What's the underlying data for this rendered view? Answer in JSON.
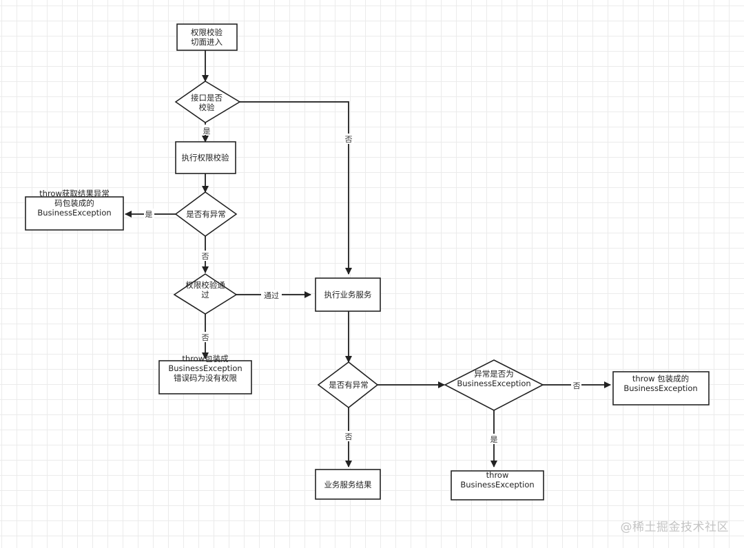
{
  "nodes": {
    "start": "权限校验\n切面进入",
    "need_check": "接口是否\n校验",
    "do_check": "执行权限校验",
    "check_error": "是否有异常",
    "throw_result_error": "throw获取结果异常\n码包装成的\nBusinessException",
    "check_pass": "权限校验通\n过",
    "throw_no_perm": "throw包装成\nBusinessException\n错误码为没有权限",
    "exec_service": "执行业务服务",
    "service_error": "是否有异常",
    "is_business_exc": "异常是否为\nBusinessException",
    "throw_wrapped": "throw 包装成的\nBusinessException",
    "throw_business": "throw\nBusinessException",
    "service_result": "业务服务结果"
  },
  "edges": {
    "need_check_yes": "是",
    "need_check_no": "否",
    "check_error_yes": "是",
    "check_error_no": "否",
    "pass_yes": "通过",
    "pass_no": "否",
    "service_error_no": "否",
    "is_business_no": "否",
    "is_business_yes": "是"
  },
  "watermark": "@稀土掘金技术社区"
}
